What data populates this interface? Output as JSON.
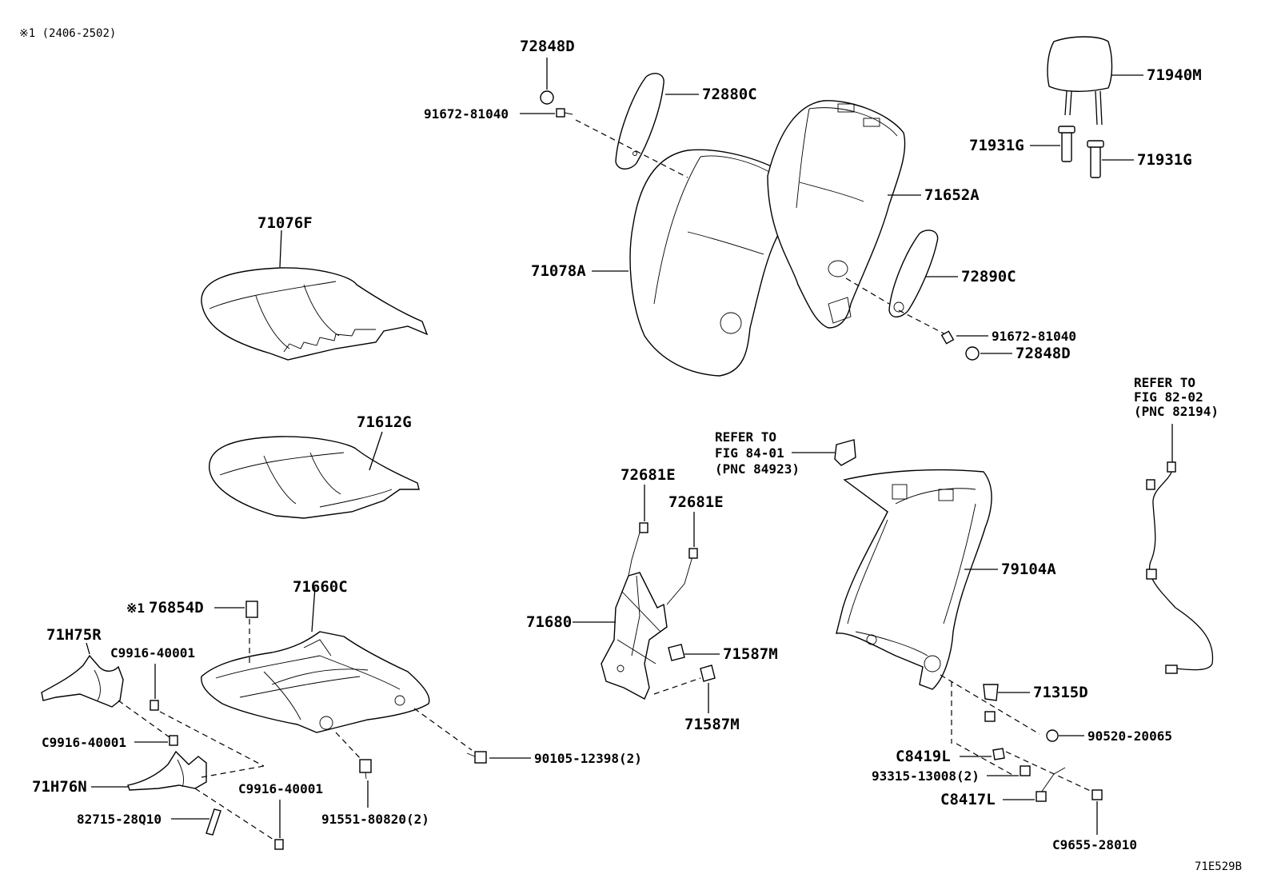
{
  "note": "※1 (2406-2502)",
  "figure_id": "71E529B",
  "labels": {
    "p72848D_top": "72848D",
    "p91672_top": "91672-81040",
    "p72880C": "72880C",
    "p71940M": "71940M",
    "p71931G_l": "71931G",
    "p71931G_r": "71931G",
    "p71652A": "71652A",
    "p71076F": "71076F",
    "p71078A": "71078A",
    "p72890C": "72890C",
    "p91672_bot": "91672-81040",
    "p72848D_bot": "72848D",
    "p71612G": "71612G",
    "p72681E_a": "72681E",
    "p72681E_b": "72681E",
    "p71660C": "71660C",
    "p76854D_mark": "※1",
    "p76854D": "76854D",
    "p71H75R": "71H75R",
    "p71680": "71680",
    "p71587M_a": "71587M",
    "p71587M_b": "71587M",
    "p79104A": "79104A",
    "p71315D": "71315D",
    "p90520": "90520-20065",
    "pC8419L": "C8419L",
    "p93315": "93315-13008(2)",
    "pC8417L": "C8417L",
    "pC9655": "C9655-28010",
    "pC9916_a": "C9916-40001",
    "pC9916_b": "C9916-40001",
    "pC9916_c": "C9916-40001",
    "p71H76N": "71H76N",
    "p82715": "82715-28Q10",
    "p91551": "91551-80820(2)",
    "p90105": "90105-12398(2)"
  },
  "refs": {
    "fig84": [
      "REFER TO",
      "FIG 84-01",
      "(PNC 84923)"
    ],
    "fig82": [
      "REFER TO",
      "FIG 82-02",
      "(PNC 82194)"
    ]
  }
}
